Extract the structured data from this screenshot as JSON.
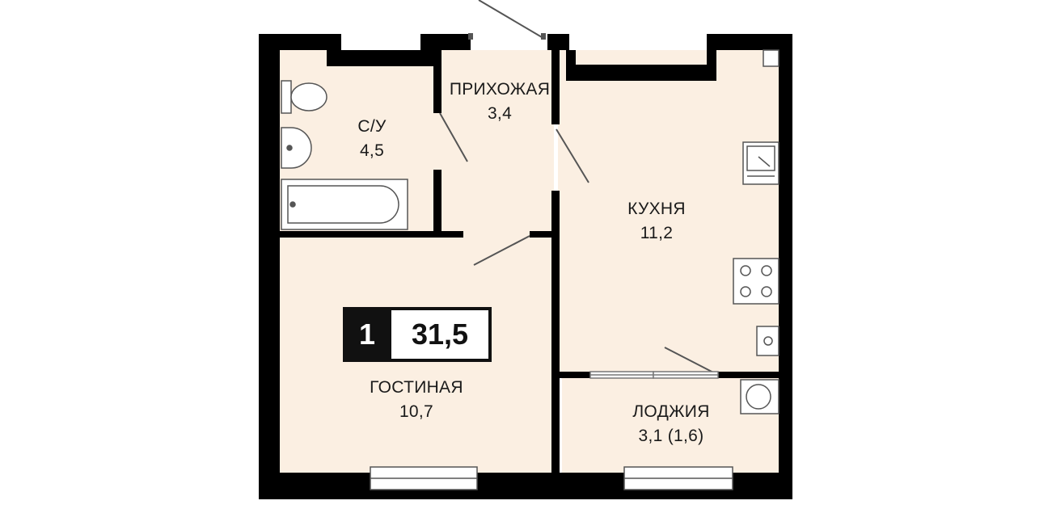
{
  "rooms": {
    "bathroom": {
      "name": "С/У",
      "area": "4,5"
    },
    "hallway": {
      "name": "ПРИХОЖАЯ",
      "area": "3,4"
    },
    "kitchen": {
      "name": "КУХНЯ",
      "area": "11,2"
    },
    "living": {
      "name": "ГОСТИНАЯ",
      "area": "10,7"
    },
    "loggia": {
      "name": "ЛОДЖИЯ",
      "area": "3,1 (1,6)"
    }
  },
  "badge": {
    "room_count": "1",
    "total_area": "31,5"
  },
  "colors": {
    "floor": "#fbefe2",
    "wall": "#000000",
    "fixture_stroke": "#555555"
  },
  "icons": [
    "toilet-icon",
    "washbasin-icon",
    "bathtub-icon",
    "sink-icon",
    "stove-icon",
    "washing-machine-icon",
    "boiler-icon"
  ]
}
